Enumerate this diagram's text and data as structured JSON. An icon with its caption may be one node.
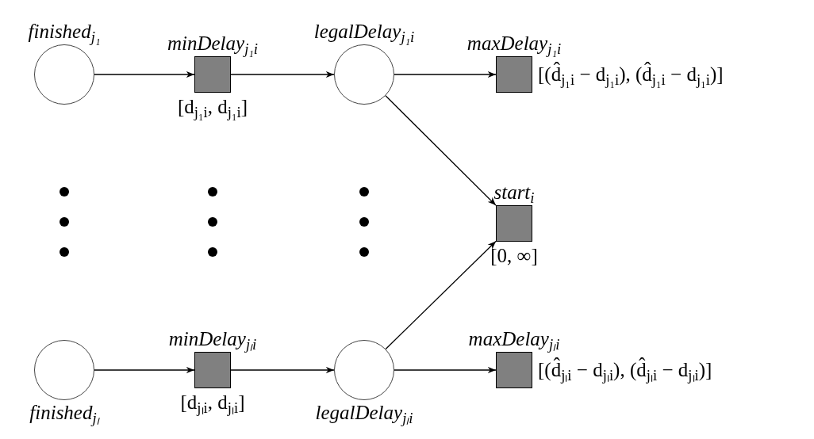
{
  "diagram": {
    "nodes": [
      {
        "text": [
          "finished$_{j₁}$"
        ]
      },
      {
        "text": [
          "minDelay$_{j₁i}$"
        ],
        "beside": [
          "[d$_{j₁i}$, d$_{j₁i}$]"
        ]
      },
      {
        "text": [
          "legalDelay$_{j₁i}$"
        ]
      },
      {
        "text": [
          "maxDelay$_{j₁i}$"
        ],
        "beside": [
          "[(d̂$_{j₁i}$ − d$_{j₁i}$), (d̂$_{j₁i}$ − d$_{j₁i}$)]"
        ]
      },
      {
        "text": [
          "start$_{i}$"
        ],
        "beside": [
          "[0, ∞]"
        ]
      },
      {
        "text": [
          "finished$_{jₗ}$"
        ]
      },
      {
        "text": [
          "minDelay$_{jₗi}$"
        ],
        "beside": [
          "[d$_{jₗi}$, d$_{jₗi}$]"
        ]
      },
      {
        "text": [
          "legalDelay$_{jₗi}$"
        ]
      },
      {
        "text": [
          "maxDelay$_{jₗi}$"
        ],
        "beside": [
          "[(d̂$_{jₗi}$ − d$_{jₗi}$), (d̂$_{jₗi}$ − d$_{jₗi}$)]"
        ]
      }
    ],
    "edges": [
      {
        "from": 0,
        "to": 1,
        "arrow": "to"
      },
      {
        "from": 1,
        "to": 2,
        "arrow": "to"
      },
      {
        "from": 2,
        "to": 3,
        "arrow": "to"
      },
      {
        "from": 2,
        "to": 4,
        "arrow": "to"
      },
      {
        "from": 5,
        "to": 6,
        "arrow": "to"
      },
      {
        "from": 6,
        "to": 7,
        "arrow": "to"
      },
      {
        "from": 7,
        "to": 8,
        "arrow": "to"
      },
      {
        "from": 7,
        "to": 4,
        "arrow": "to"
      }
    ]
  }
}
